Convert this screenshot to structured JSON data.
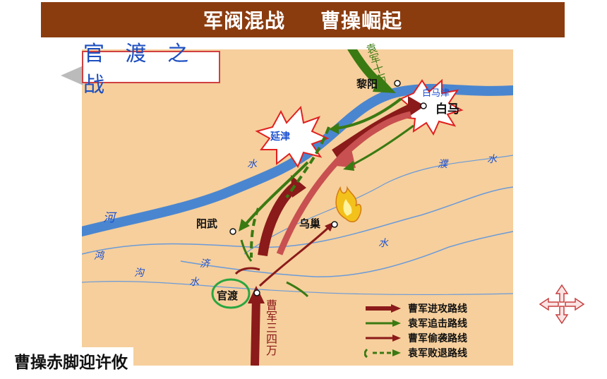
{
  "banner": {
    "left": "军阀混战",
    "right": "曹操崛起"
  },
  "map_title": "官 渡 之 战",
  "caption": "曹操赤脚迎许攸",
  "places": {
    "liyang": "黎阳",
    "baima": "白马",
    "baimajin": "白马津",
    "yanjin": "延津",
    "yangwu": "阳武",
    "wuchao": "乌巢",
    "guandu": "官渡"
  },
  "rivers": {
    "shui1": "水",
    "he": "河",
    "pu": "濮",
    "shui2": "水",
    "shui3": "水",
    "hong": "鸿",
    "gou": "沟",
    "ji": "济",
    "shui4": "水"
  },
  "armies": {
    "yuan": "袁军十万",
    "cao": "曹军三四万"
  },
  "legend": [
    {
      "label": "曹军进攻路线",
      "color": "#8b1a1a"
    },
    {
      "label": "袁军追击路线",
      "color": "#3a7a12"
    },
    {
      "label": "曹军偷袭路线",
      "color": "#8b1a1a"
    },
    {
      "label": "袁军败退路线",
      "color": "#3a7a12"
    }
  ],
  "colors": {
    "banner": "#8b3c0f",
    "land": "#f6cf9c",
    "river": "#4a86d0",
    "cao_army": "#8b1a1a",
    "yuan_army": "#3a7a12",
    "guandu_circle": "#2aa640"
  },
  "icons": {
    "fire": "fire-icon",
    "nav": "four-way-arrow-icon"
  }
}
